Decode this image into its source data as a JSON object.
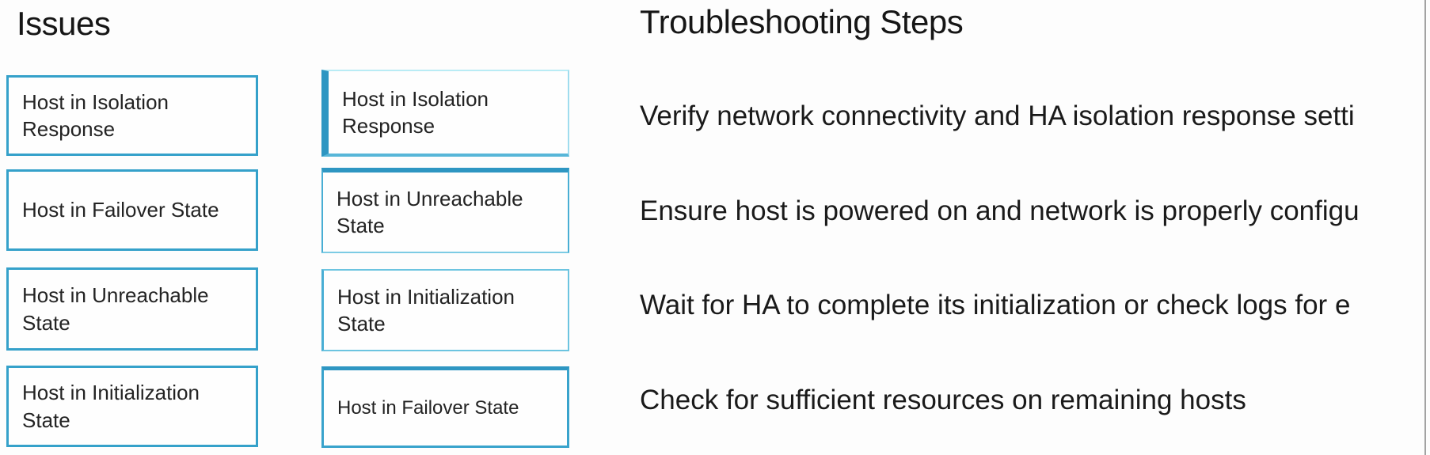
{
  "headings": {
    "issues": "Issues",
    "troubleshooting": "Troubleshooting Steps"
  },
  "colors": {
    "box_border": "#35a1ca",
    "accent_border": "#2e96c2",
    "light_border": "#a9e2f0",
    "divider": "#a3a3a3",
    "text": "#1c1c1c"
  },
  "issues_column": {
    "items": [
      {
        "label": "Host in Isolation Response"
      },
      {
        "label": "Host in Failover State"
      },
      {
        "label": "Host in Unreachable State"
      },
      {
        "label": "Host in Initialization State"
      }
    ]
  },
  "answer_column": {
    "items": [
      {
        "label": "Host in Isolation Response"
      },
      {
        "label": "Host in Unreachable State"
      },
      {
        "label": "Host in Initialization State"
      },
      {
        "label": "Host in Failover State"
      }
    ]
  },
  "steps": [
    {
      "text": "Verify network connectivity and HA isolation response setti"
    },
    {
      "text": "Ensure host is powered on and network is properly configu"
    },
    {
      "text": "Wait for HA to complete its initialization or check logs for e"
    },
    {
      "text": "Check for sufficient resources on remaining hosts"
    }
  ]
}
